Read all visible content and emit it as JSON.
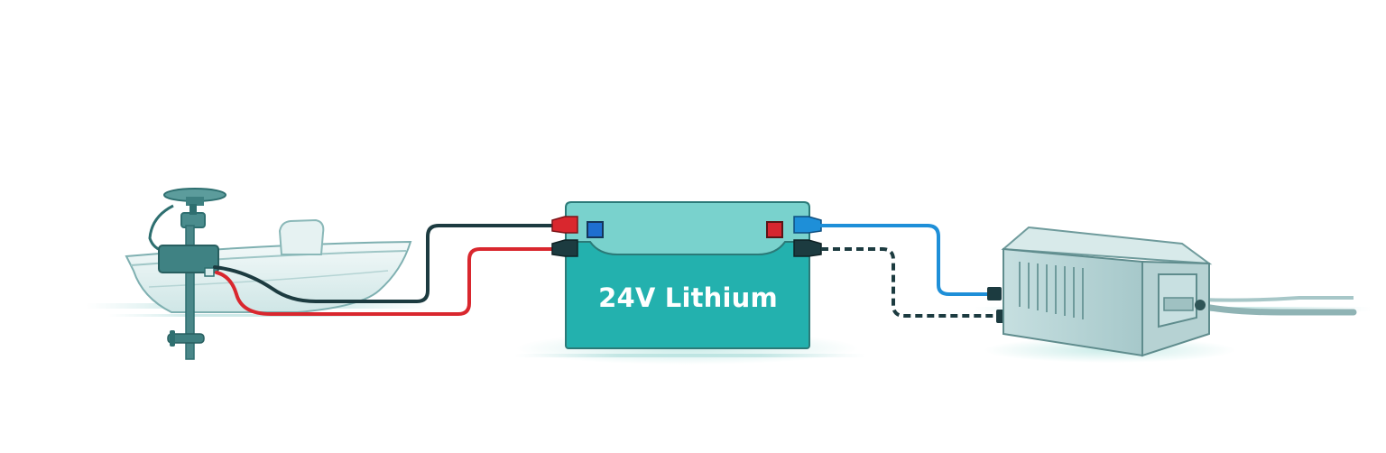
{
  "battery": {
    "label": "24V Lithium",
    "colors": {
      "body": "#23b1ae",
      "lid": "#79d2cd",
      "edge": "#2b7a78"
    }
  },
  "components": [
    {
      "name": "boat-with-trolling-motor"
    },
    {
      "name": "lithium-battery"
    },
    {
      "name": "battery-charger"
    }
  ],
  "wires": {
    "positive_color": "#d9272e",
    "negative_color": "#1c3b40",
    "charger_positive_color": "#1e8fd8",
    "charger_negative_style": "dashed"
  },
  "terminals": {
    "left_indicator_color": "#1e6fd0",
    "right_indicator_color": "#d62630"
  }
}
